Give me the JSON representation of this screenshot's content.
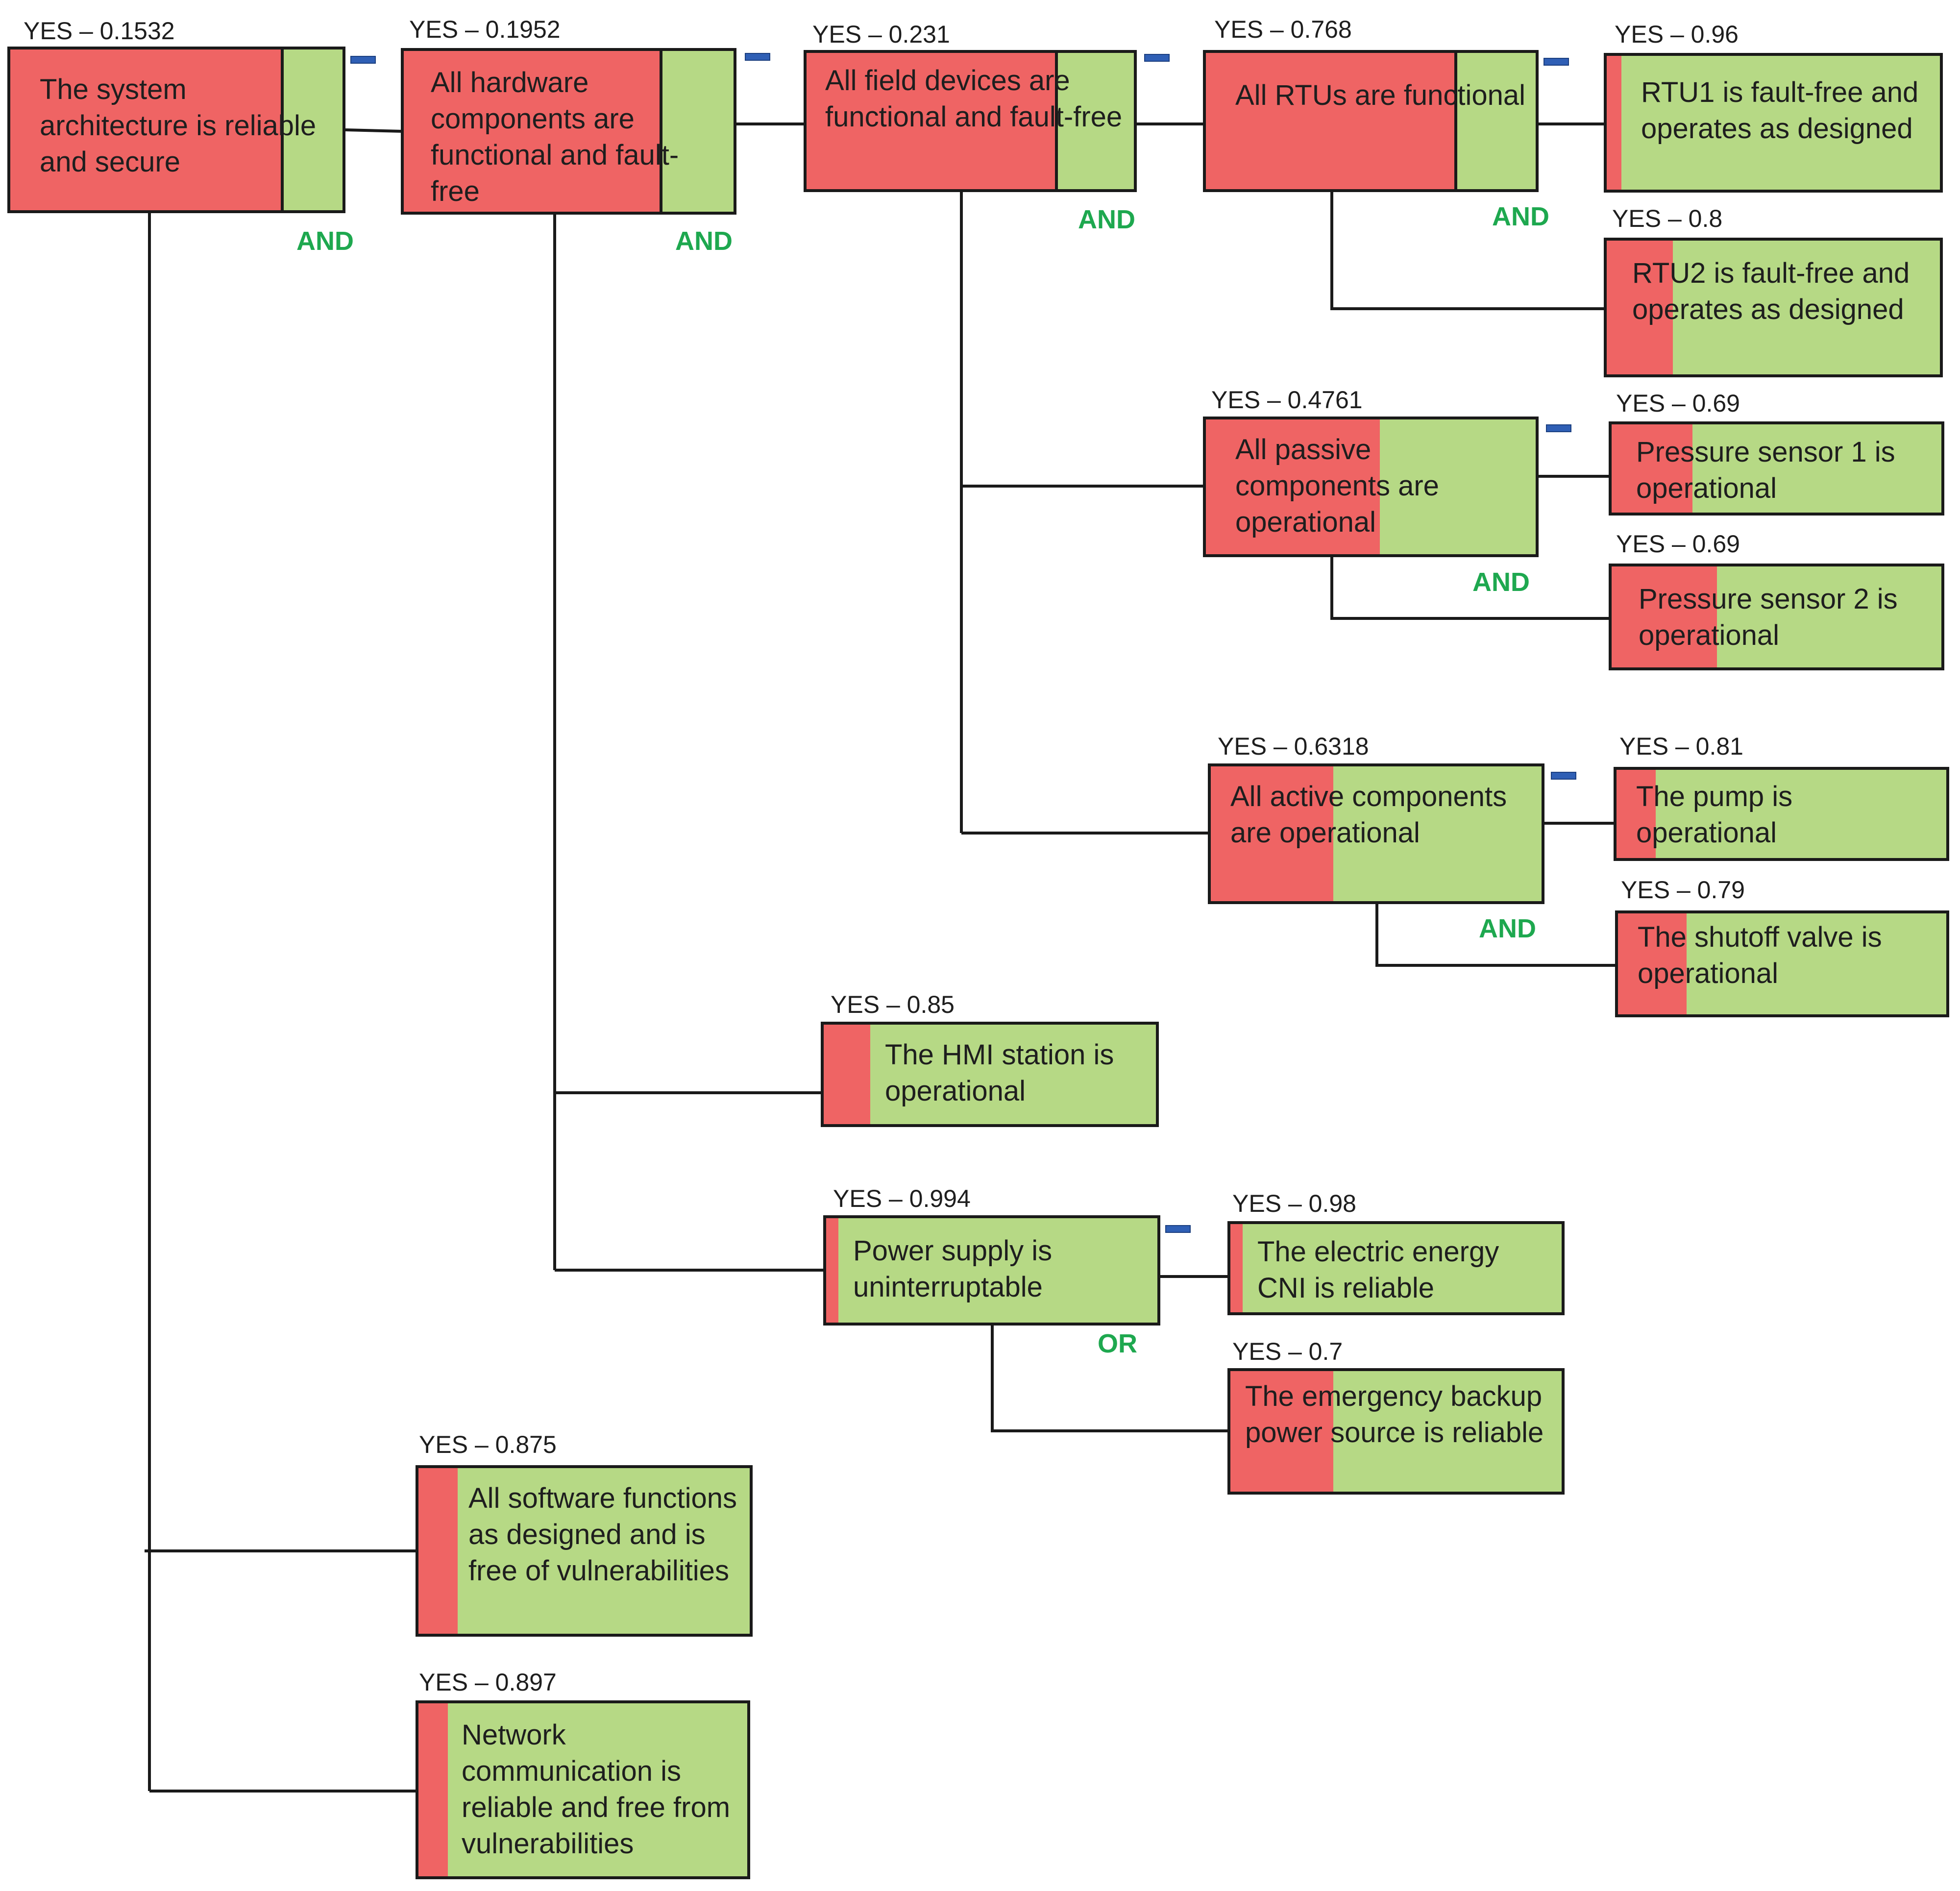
{
  "nodes": [
    {
      "id": "root",
      "label": "YES – 0.1532",
      "text": "The system architecture is reliable and secure"
    },
    {
      "id": "hardware",
      "label": "YES – 0.1952",
      "text": "All hardware components are functional and fault-free"
    },
    {
      "id": "field",
      "label": "YES – 0.231",
      "text": "All field devices are functional and fault-free"
    },
    {
      "id": "rtus",
      "label": "YES – 0.768",
      "text": "All RTUs are functional"
    },
    {
      "id": "rtu1",
      "label": "YES – 0.96",
      "text": "RTU1 is fault-free and operates as designed"
    },
    {
      "id": "rtu2",
      "label": "YES – 0.8",
      "text": "RTU2 is fault-free and operates as designed"
    },
    {
      "id": "passive",
      "label": "YES – 0.4761",
      "text": "All passive components are operational"
    },
    {
      "id": "ps1",
      "label": "YES – 0.69",
      "text": "Pressure sensor 1 is operational"
    },
    {
      "id": "ps2",
      "label": "YES – 0.69",
      "text": "Pressure sensor 2 is operational"
    },
    {
      "id": "active",
      "label": "YES – 0.6318",
      "text": "All active components are operational"
    },
    {
      "id": "pump",
      "label": "YES – 0.81",
      "text": "The pump is operational"
    },
    {
      "id": "valve",
      "label": "YES – 0.79",
      "text": "The shutoff valve is operational"
    },
    {
      "id": "hmi",
      "label": "YES – 0.85",
      "text": "The HMI station is operational"
    },
    {
      "id": "power",
      "label": "YES – 0.994",
      "text": "Power supply is uninterruptable"
    },
    {
      "id": "cni",
      "label": "YES – 0.98",
      "text": "The electric energy CNI is reliable"
    },
    {
      "id": "backup",
      "label": "YES – 0.7",
      "text": "The emergency backup power source is reliable"
    },
    {
      "id": "software",
      "label": "YES – 0.875",
      "text": "All software functions as designed and is free of vulnerabilities"
    },
    {
      "id": "network",
      "label": "YES – 0.897",
      "text": "Network communication is reliable and free from vulnerabilities"
    }
  ],
  "gates": {
    "root": "AND",
    "hardware": "AND",
    "field": "AND",
    "rtus": "AND",
    "passive": "AND",
    "active": "AND",
    "power": "OR"
  },
  "colors": {
    "no_fill": "#ef6464",
    "yes_fill": "#b6d985",
    "gate_text": "#1ea84f",
    "collapse_marker": "#2f5fb5"
  },
  "icons": {
    "collapse": "minus-icon"
  }
}
